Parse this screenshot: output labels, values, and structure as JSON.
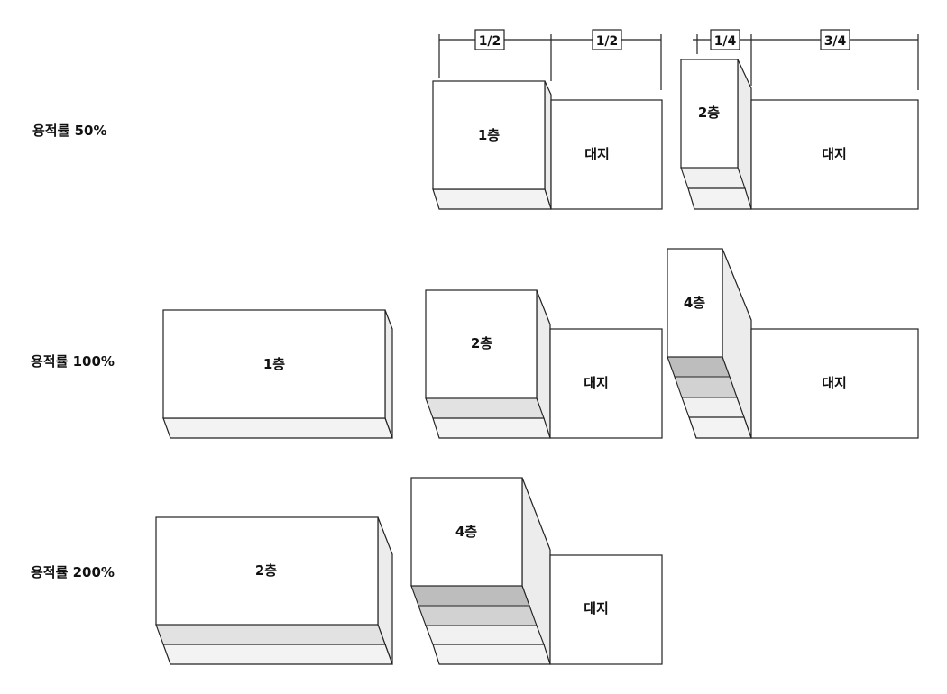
{
  "rows": [
    {
      "label": "용적률 50%"
    },
    {
      "label": "용적률 100%"
    },
    {
      "label": "용적률 200%"
    }
  ],
  "dimensions": [
    "1/2",
    "1/2",
    "1/4",
    "3/4"
  ],
  "boxes": {
    "r1_floor1": "1층",
    "r1_site1": "대지",
    "r1_floor2": "2층",
    "r1_site2": "대지",
    "r2_floor1": "1층",
    "r2_floor2": "2층",
    "r2_site1": "대지",
    "r2_floor4": "4층",
    "r2_site2": "대지",
    "r3_floor2": "2층",
    "r3_floor4": "4층",
    "r3_site": "대지"
  }
}
